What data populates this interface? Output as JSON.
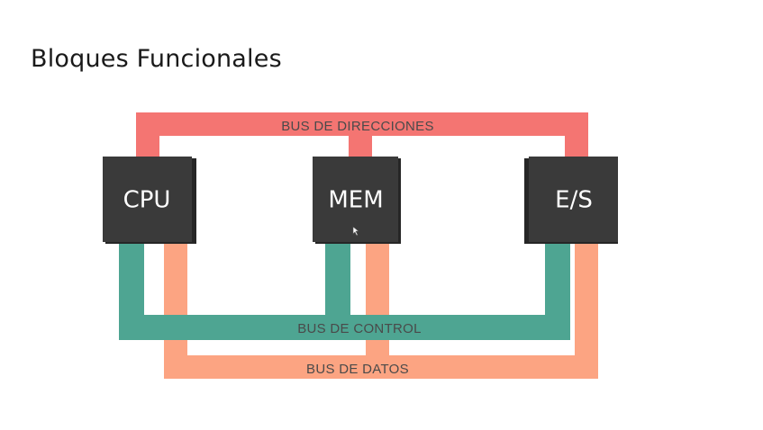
{
  "slide": {
    "title": "Bloques Funcionales"
  },
  "colors": {
    "address_bus": "#f47572",
    "control_bus": "#4ea592",
    "data_bus": "#fca482",
    "block_fill": "#3a3a3a",
    "block_shadow": "#262626"
  },
  "blocks": {
    "cpu": "CPU",
    "mem": "MEM",
    "io": "E/S"
  },
  "buses": {
    "address": "BUS DE DIRECCIONES",
    "control": "BUS DE CONTROL",
    "data": "BUS DE DATOS"
  }
}
